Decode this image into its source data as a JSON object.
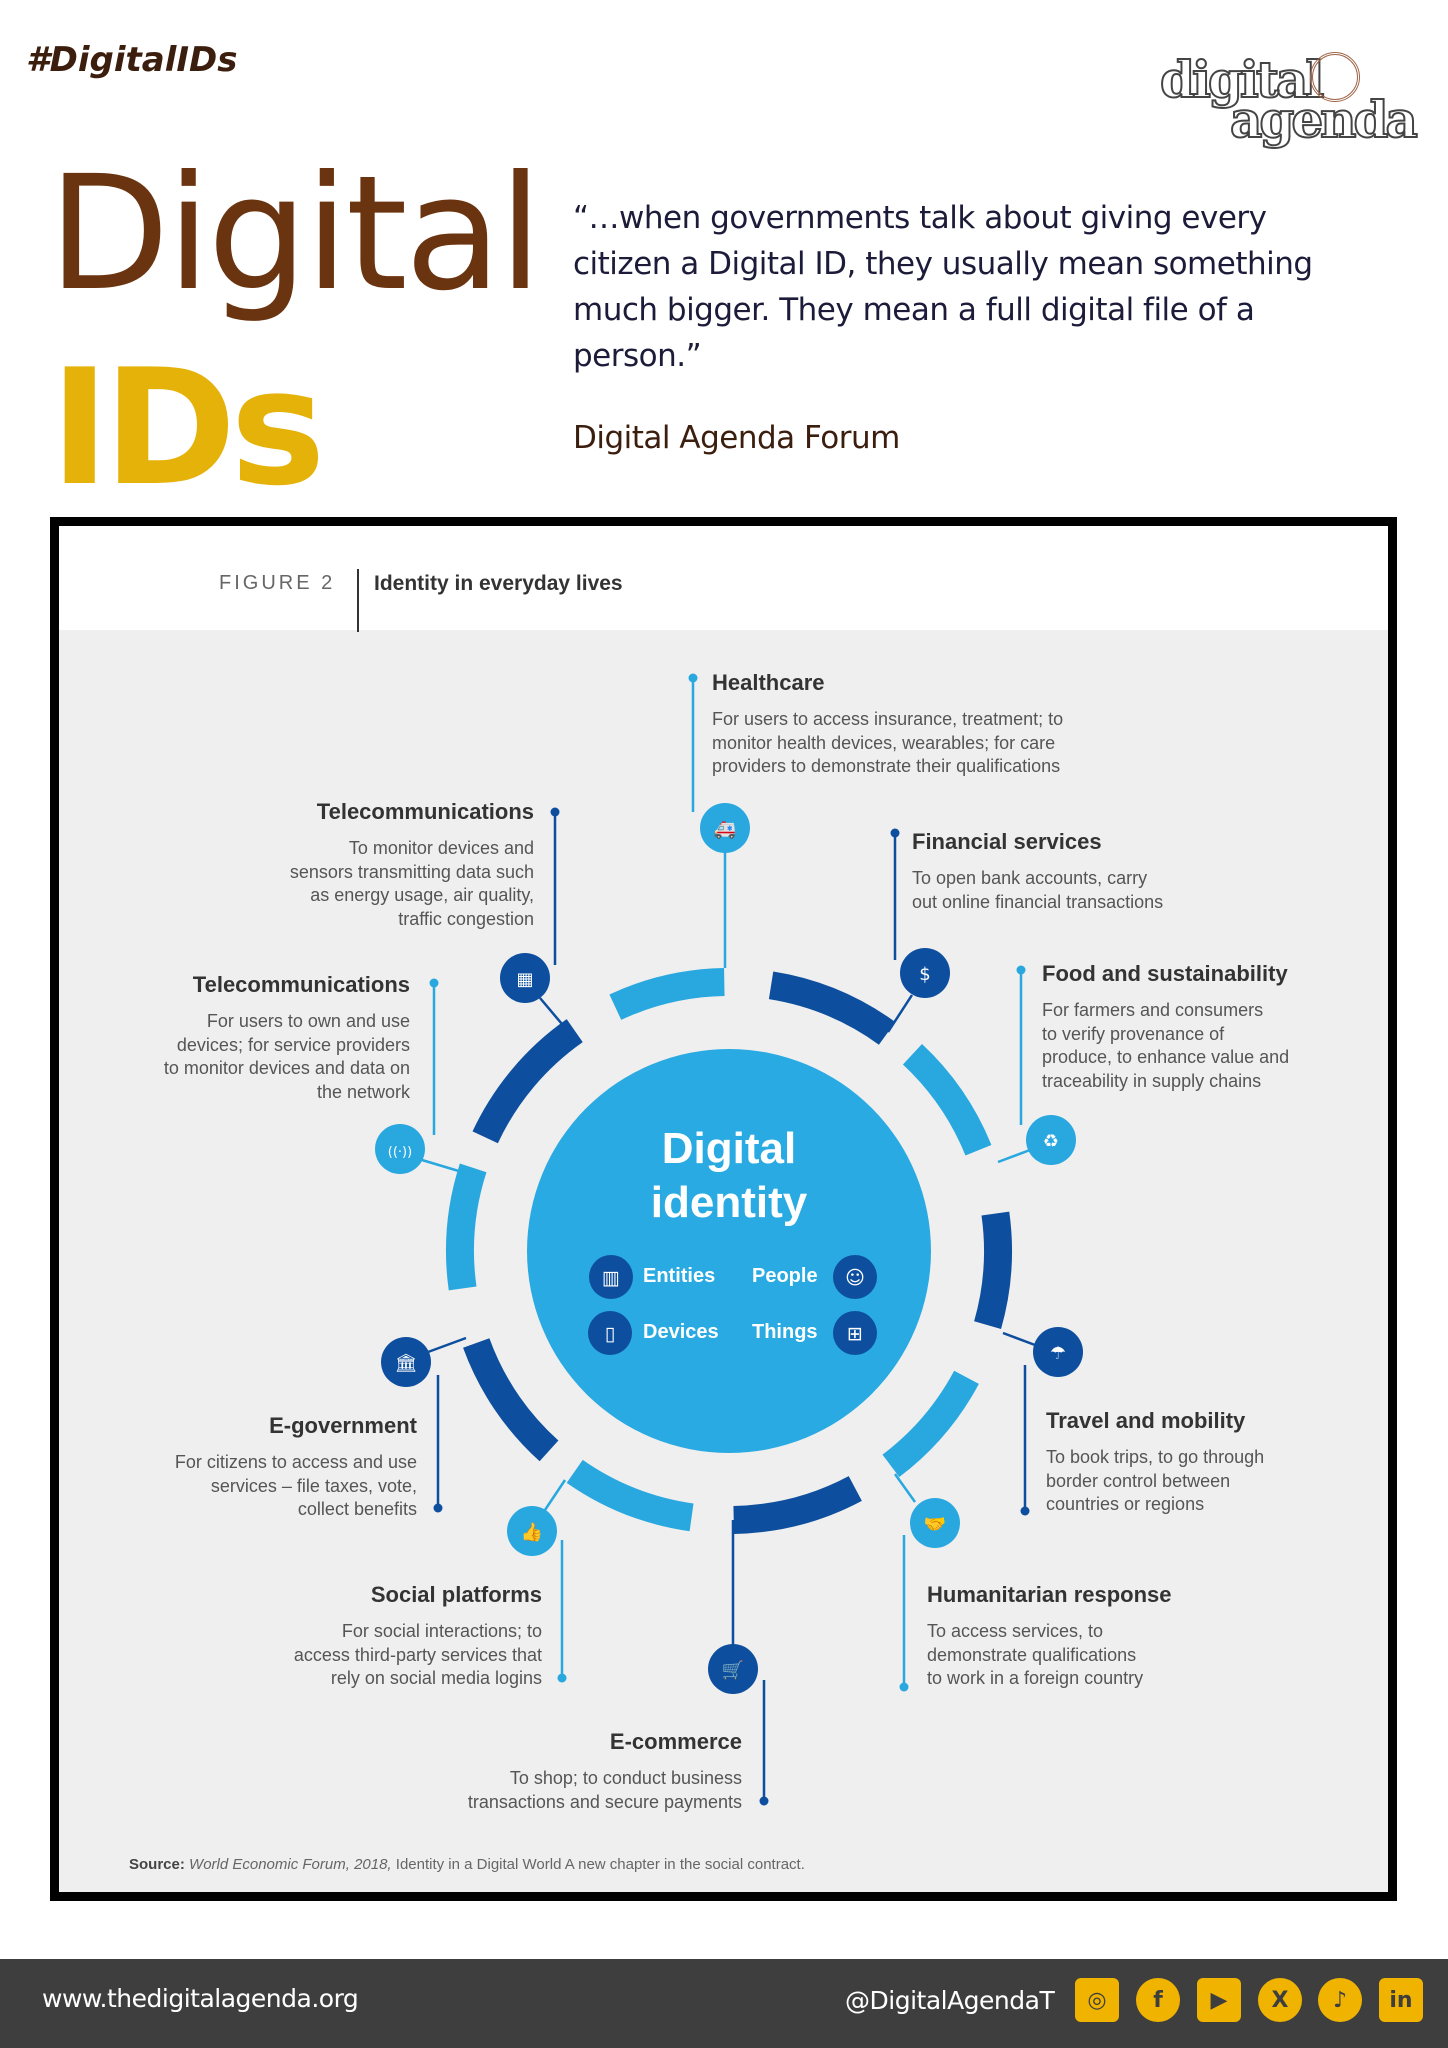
{
  "header": {
    "hashtag": "#DigitalIDs",
    "logo_text": [
      "digital",
      "agenda"
    ],
    "title_line1": "Digital",
    "title_line2": "IDs",
    "quote": "“…when governments talk about giving every citizen a Digital ID, they usually mean something much bigger. They mean a full digital file of a person.”",
    "author": "Digital Agenda Forum"
  },
  "figure": {
    "label": "FIGURE 2",
    "title": "Identity in everyday lives",
    "center": {
      "line1": "Digital",
      "line2": "identity"
    },
    "subjects": [
      "Entities",
      "People",
      "Devices",
      "Things"
    ],
    "uses": [
      {
        "title": "Healthcare",
        "desc": "For users to access insurance, treatment; to\nmonitor health devices, wearables; for care\nproviders to demonstrate their qualifications",
        "icon": "ambulance-icon"
      },
      {
        "title": "Telecommunications",
        "desc": "To monitor devices and\nsensors transmitting data such\nas energy usage, air quality,\ntraffic congestion",
        "icon": "qr-scan-icon"
      },
      {
        "title": "Telecommunications",
        "desc": "For users to own and use\ndevices; for service providers\nto monitor devices and data on\nthe network",
        "icon": "antenna-icon"
      },
      {
        "title": "Financial services",
        "desc": "To open bank accounts, carry\nout online financial transactions",
        "icon": "coins-chart-icon"
      },
      {
        "title": "Food and sustainability",
        "desc": "For farmers and consumers\nto verify provenance of\nproduce, to enhance value and\ntraceability in supply chains",
        "icon": "recycle-icon"
      },
      {
        "title": "Travel and mobility",
        "desc": "To book trips, to go through\nborder control between\ncountries or regions",
        "icon": "beach-umbrella-icon"
      },
      {
        "title": "Humanitarian response",
        "desc": "To access services, to\ndemonstrate qualifications\nto work in a foreign country",
        "icon": "handshake-icon"
      },
      {
        "title": "E-commerce",
        "desc": "To shop; to conduct business\ntransactions and secure payments",
        "icon": "shopping-cart-icon"
      },
      {
        "title": "Social platforms",
        "desc": "For social interactions; to\naccess third-party services that\nrely on social media logins",
        "icon": "social-like-icon"
      },
      {
        "title": "E-government",
        "desc": "For citizens to access and use\nservices – file taxes, vote,\ncollect benefits",
        "icon": "government-building-icon"
      }
    ],
    "source_label": "Source:",
    "source_italic": "World Economic Forum, 2018,",
    "source_rest": "Identity in a Digital World A new chapter in the social contract."
  },
  "colors": {
    "light_blue": "#29a8e0",
    "dark_blue": "#0d4f9e",
    "center": "#2aaae2",
    "brown": "#6b3410",
    "gold": "#e5b20a",
    "footer": "#3e3e3e",
    "social": "#f0b400"
  },
  "footer": {
    "url": "www.thedigitalagenda.org",
    "handle": "@DigitalAgendaT",
    "social": [
      {
        "name": "instagram-icon",
        "glyph": "◎"
      },
      {
        "name": "facebook-icon",
        "glyph": "f"
      },
      {
        "name": "youtube-icon",
        "glyph": "▶"
      },
      {
        "name": "x-icon",
        "glyph": "X"
      },
      {
        "name": "tiktok-icon",
        "glyph": "♪"
      },
      {
        "name": "linkedin-icon",
        "glyph": "in"
      }
    ]
  }
}
